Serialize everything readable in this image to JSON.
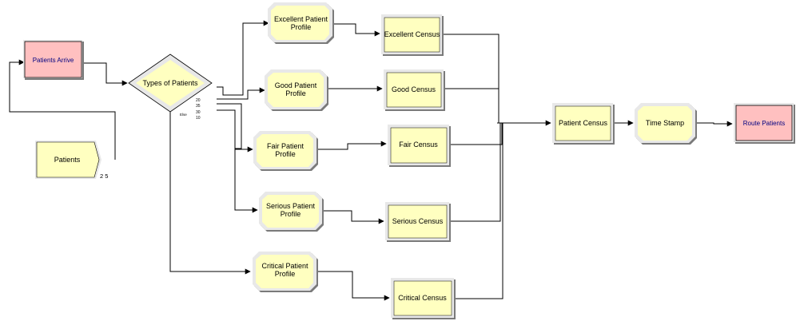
{
  "colors": {
    "process_fill": "#ffffc0",
    "create_fill": "#ffc0c0",
    "bevel_light": "#e8e8e8",
    "bevel_dark": "#7a7a7a",
    "outline": "#000000",
    "connector": "#000000",
    "create_label": "#000080"
  },
  "nodes": {
    "patients_arrive": {
      "label": "Patients Arrive"
    },
    "types_of_patients": {
      "label": "Types of Patients",
      "branch_labels": [
        "20",
        "35",
        "30",
        "10",
        "Else"
      ]
    },
    "patients": {
      "label": "Patients",
      "counter": "2 5"
    },
    "excellent_profile": {
      "label": "Excellent Patient Profile"
    },
    "good_profile": {
      "label": "Good Patient Profile"
    },
    "fair_profile": {
      "label": "Fair Patient Profile"
    },
    "serious_profile": {
      "label": "Serious Patient Profile"
    },
    "critical_profile": {
      "label": "Critical Patient Profile"
    },
    "excellent_census": {
      "label": "Excellent Census"
    },
    "good_census": {
      "label": "Good Census"
    },
    "fair_census": {
      "label": "Fair Census"
    },
    "serious_census": {
      "label": "Serious Census"
    },
    "critical_census": {
      "label": "Critical Census"
    },
    "patient_census": {
      "label": "Patient Census"
    },
    "time_stamp": {
      "label": "Time Stamp"
    },
    "route_patients": {
      "label": "Route Patients"
    }
  }
}
